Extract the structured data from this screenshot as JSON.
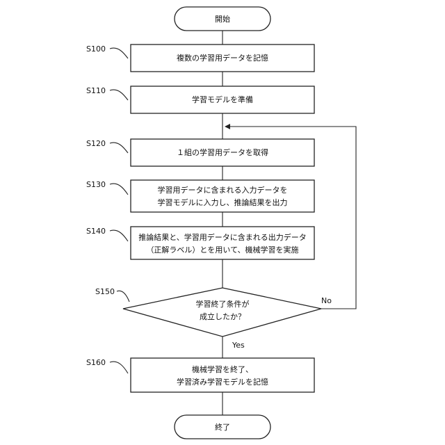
{
  "flowchart": {
    "start": {
      "label": "開始"
    },
    "steps": [
      {
        "id": "S100",
        "lines": [
          "複数の学習用データを記憶"
        ]
      },
      {
        "id": "S110",
        "lines": [
          "学習モデルを準備"
        ]
      },
      {
        "id": "S120",
        "lines": [
          "１組の学習用データを取得"
        ]
      },
      {
        "id": "S130",
        "lines": [
          "学習用データに含まれる入力データを",
          "学習モデルに入力し、推論結果を出力"
        ]
      },
      {
        "id": "S140",
        "lines": [
          "推論結果と、学習用データに含まれる出力データ",
          "（正解ラベル）とを用いて、機械学習を実施"
        ]
      }
    ],
    "decision": {
      "id": "S150",
      "lines": [
        "学習終了条件が",
        "成立したか？"
      ],
      "yes": "Yes",
      "no": "No"
    },
    "final_step": {
      "id": "S160",
      "lines": [
        "機械学習を終了、",
        "学習済み学習モデルを記憶"
      ]
    },
    "end": {
      "label": "終了"
    }
  }
}
